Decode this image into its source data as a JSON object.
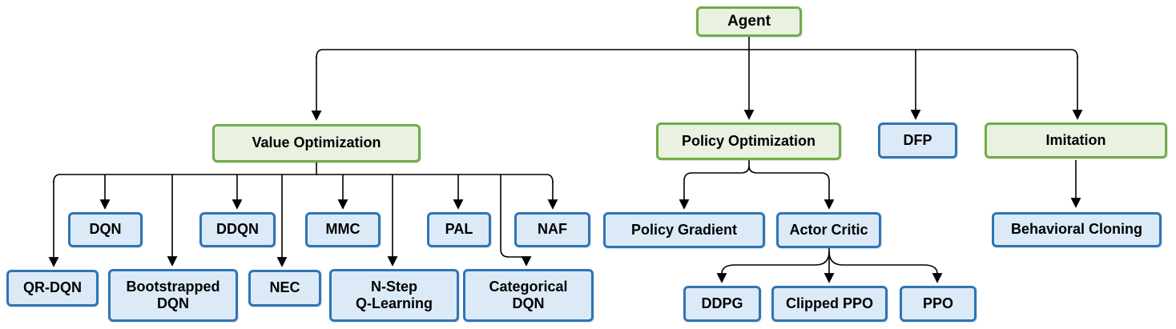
{
  "diagram": {
    "type": "flowchart-tree",
    "colors": {
      "green_border": "#70AD47",
      "green_fill": "#E9F1E1",
      "blue_border": "#2E75B6",
      "blue_fill": "#DCEAF8",
      "connector": "#000000",
      "text": "#000000",
      "background": "#ffffff"
    },
    "nodes": {
      "agent": {
        "label": "Agent",
        "style": "green"
      },
      "value_optimization": {
        "label": "Value Optimization",
        "style": "green"
      },
      "policy_optimization": {
        "label": "Policy Optimization",
        "style": "green"
      },
      "dfp": {
        "label": "DFP",
        "style": "blue"
      },
      "imitation": {
        "label": "Imitation",
        "style": "green"
      },
      "dqn": {
        "label": "DQN",
        "style": "blue"
      },
      "ddqn": {
        "label": "DDQN",
        "style": "blue"
      },
      "mmc": {
        "label": "MMC",
        "style": "blue"
      },
      "pal": {
        "label": "PAL",
        "style": "blue"
      },
      "naf": {
        "label": "NAF",
        "style": "blue"
      },
      "qr_dqn": {
        "label": "QR-DQN",
        "style": "blue"
      },
      "bootstrapped_dqn": {
        "label": "Bootstrapped\nDQN",
        "style": "blue"
      },
      "nec": {
        "label": "NEC",
        "style": "blue"
      },
      "n_step_q_learning": {
        "label": "N-Step\nQ-Learning",
        "style": "blue"
      },
      "categorical_dqn": {
        "label": "Categorical\nDQN",
        "style": "blue"
      },
      "policy_gradient": {
        "label": "Policy Gradient",
        "style": "blue"
      },
      "actor_critic": {
        "label": "Actor Critic",
        "style": "blue"
      },
      "behavioral_cloning": {
        "label": "Behavioral Cloning",
        "style": "blue"
      },
      "ddpg": {
        "label": "DDPG",
        "style": "blue"
      },
      "clipped_ppo": {
        "label": "Clipped PPO",
        "style": "blue"
      },
      "ppo": {
        "label": "PPO",
        "style": "blue"
      }
    },
    "edges": [
      {
        "from": "agent",
        "to": "value_optimization"
      },
      {
        "from": "agent",
        "to": "policy_optimization"
      },
      {
        "from": "agent",
        "to": "dfp"
      },
      {
        "from": "agent",
        "to": "imitation"
      },
      {
        "from": "value_optimization",
        "to": "dqn"
      },
      {
        "from": "value_optimization",
        "to": "ddqn"
      },
      {
        "from": "value_optimization",
        "to": "mmc"
      },
      {
        "from": "value_optimization",
        "to": "pal"
      },
      {
        "from": "value_optimization",
        "to": "naf"
      },
      {
        "from": "value_optimization",
        "to": "qr_dqn"
      },
      {
        "from": "value_optimization",
        "to": "bootstrapped_dqn"
      },
      {
        "from": "value_optimization",
        "to": "nec"
      },
      {
        "from": "value_optimization",
        "to": "n_step_q_learning"
      },
      {
        "from": "value_optimization",
        "to": "categorical_dqn"
      },
      {
        "from": "policy_optimization",
        "to": "policy_gradient"
      },
      {
        "from": "policy_optimization",
        "to": "actor_critic"
      },
      {
        "from": "actor_critic",
        "to": "ddpg"
      },
      {
        "from": "actor_critic",
        "to": "clipped_ppo"
      },
      {
        "from": "actor_critic",
        "to": "ppo"
      },
      {
        "from": "imitation",
        "to": "behavioral_cloning"
      }
    ]
  }
}
